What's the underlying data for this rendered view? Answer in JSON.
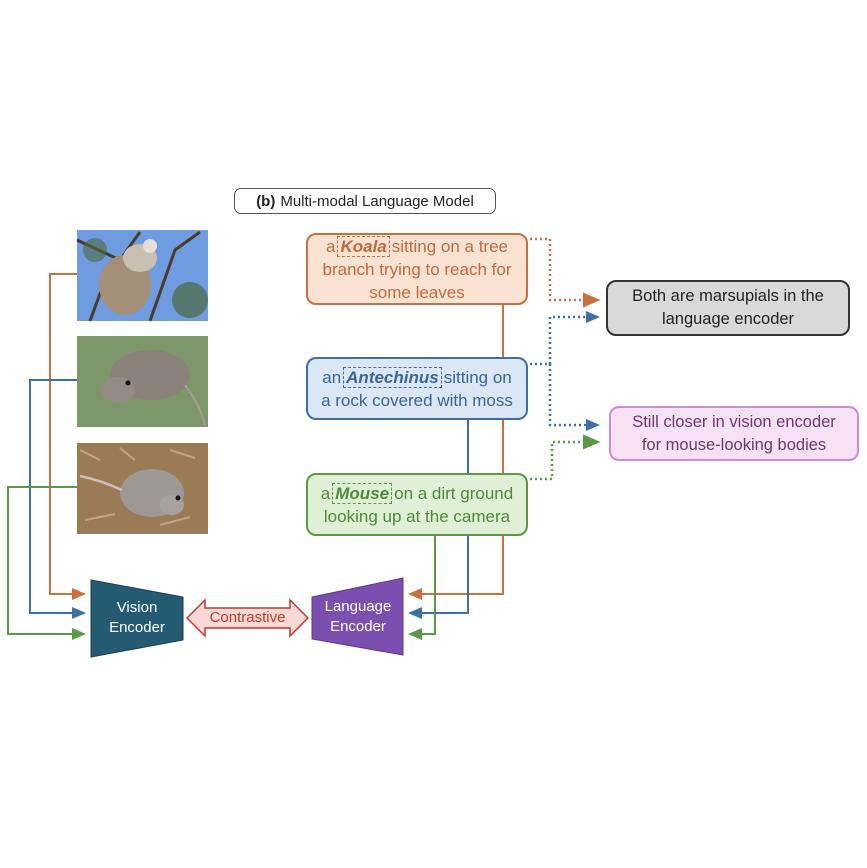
{
  "title": {
    "prefix": "(b)",
    "text": "Multi-modal Language Model"
  },
  "images": [
    {
      "name": "koala",
      "alt": "Koala in tree"
    },
    {
      "name": "antechinus",
      "alt": "Antechinus on mossy rock"
    },
    {
      "name": "mouse",
      "alt": "Mouse on dirt ground"
    }
  ],
  "captions": {
    "koala": {
      "pre": "a",
      "keyword": "Koala",
      "post": "sitting on a tree",
      "line2": "branch trying to reach for",
      "line3": "some leaves"
    },
    "antechinus": {
      "pre": "an",
      "keyword": "Antechinus",
      "post": "sitting on",
      "line2": "a rock covered with moss"
    },
    "mouse": {
      "pre": "a",
      "keyword": "Mouse",
      "post": "on a dirt ground",
      "line2": "looking up at the camera"
    }
  },
  "notes": {
    "language": {
      "line1": "Both are marsupials in the",
      "line2": "language encoder"
    },
    "vision": {
      "line1": "Still closer in vision encoder",
      "line2": "for mouse-looking bodies"
    }
  },
  "encoders": {
    "vision": {
      "line1": "Vision",
      "line2": "Encoder"
    },
    "language": {
      "line1": "Language",
      "line2": "Encoder"
    },
    "link_label": "Contrastive"
  },
  "colors": {
    "koala": "#c8703f",
    "antechinus": "#3e6fa3",
    "mouse": "#5a9a45",
    "vision_encoder": "#245a72",
    "language_encoder": "#7b4fb0",
    "contrastive": "#c0392b"
  }
}
